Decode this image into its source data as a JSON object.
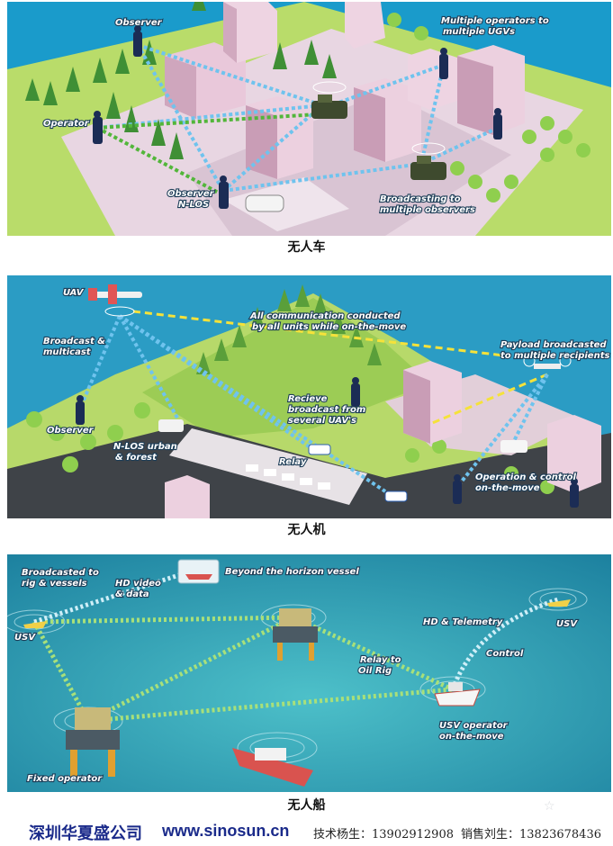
{
  "panels": [
    {
      "caption": "无人车",
      "labels": {
        "observer_top": "Observer",
        "multiple_operators_1": "Multiple operators to",
        "multiple_operators_2": "multiple UGVs",
        "operator": "Operator",
        "observer_nlos_1": "Observer",
        "observer_nlos_2": "N-LOS",
        "broadcasting_1": "Broadcasting to",
        "broadcasting_2": "multiple observers"
      }
    },
    {
      "caption": "无人机",
      "labels": {
        "uav": "UAV",
        "broadcast_multicast_1": "Broadcast &",
        "broadcast_multicast_2": "multicast",
        "all_comm_1": "All communication conducted",
        "all_comm_2": "by all units while on-the-move",
        "payload_1": "Payload broadcasted",
        "payload_2": "to multiple recipients",
        "recieve_1": "Recieve",
        "recieve_2": "broadcast from",
        "recieve_3": "several UAV's",
        "observer": "Observer",
        "nlos_1": "N-LOS urban",
        "nlos_2": "& forest",
        "relay": "Relay",
        "operation_1": "Operation & control",
        "operation_2": "on-the-move"
      }
    },
    {
      "caption": "无人船",
      "labels": {
        "broadcasted_1": "Broadcasted to",
        "broadcasted_2": "rig & vessels",
        "hd_video_1": "HD video",
        "hd_video_2": "& data",
        "beyond": "Beyond the horizon vessel",
        "usv_left": "USV",
        "hd_telemetry": "HD & Telemetry",
        "usv_right": "USV",
        "control": "Control",
        "relay_oil_1": "Relay to",
        "relay_oil_2": "Oil Rig",
        "usv_operator_1": "USV operator",
        "usv_operator_2": "on-the-move",
        "fixed_operator": "Fixed operator"
      }
    }
  ],
  "footer": {
    "company": "深圳华夏盛公司",
    "url": "www.sinosun.cn",
    "contact_1": "技术杨生：13902912908",
    "contact_2": "销售刘生：13823678436"
  },
  "colors": {
    "land": "#b9dc6a",
    "ground": "#e4d2df",
    "sky": "#2d9ec4",
    "sea": "#2a9fb3",
    "link_blue": "#6fc3ee",
    "link_green": "#52b63a",
    "link_yellow": "#f5e23a"
  }
}
